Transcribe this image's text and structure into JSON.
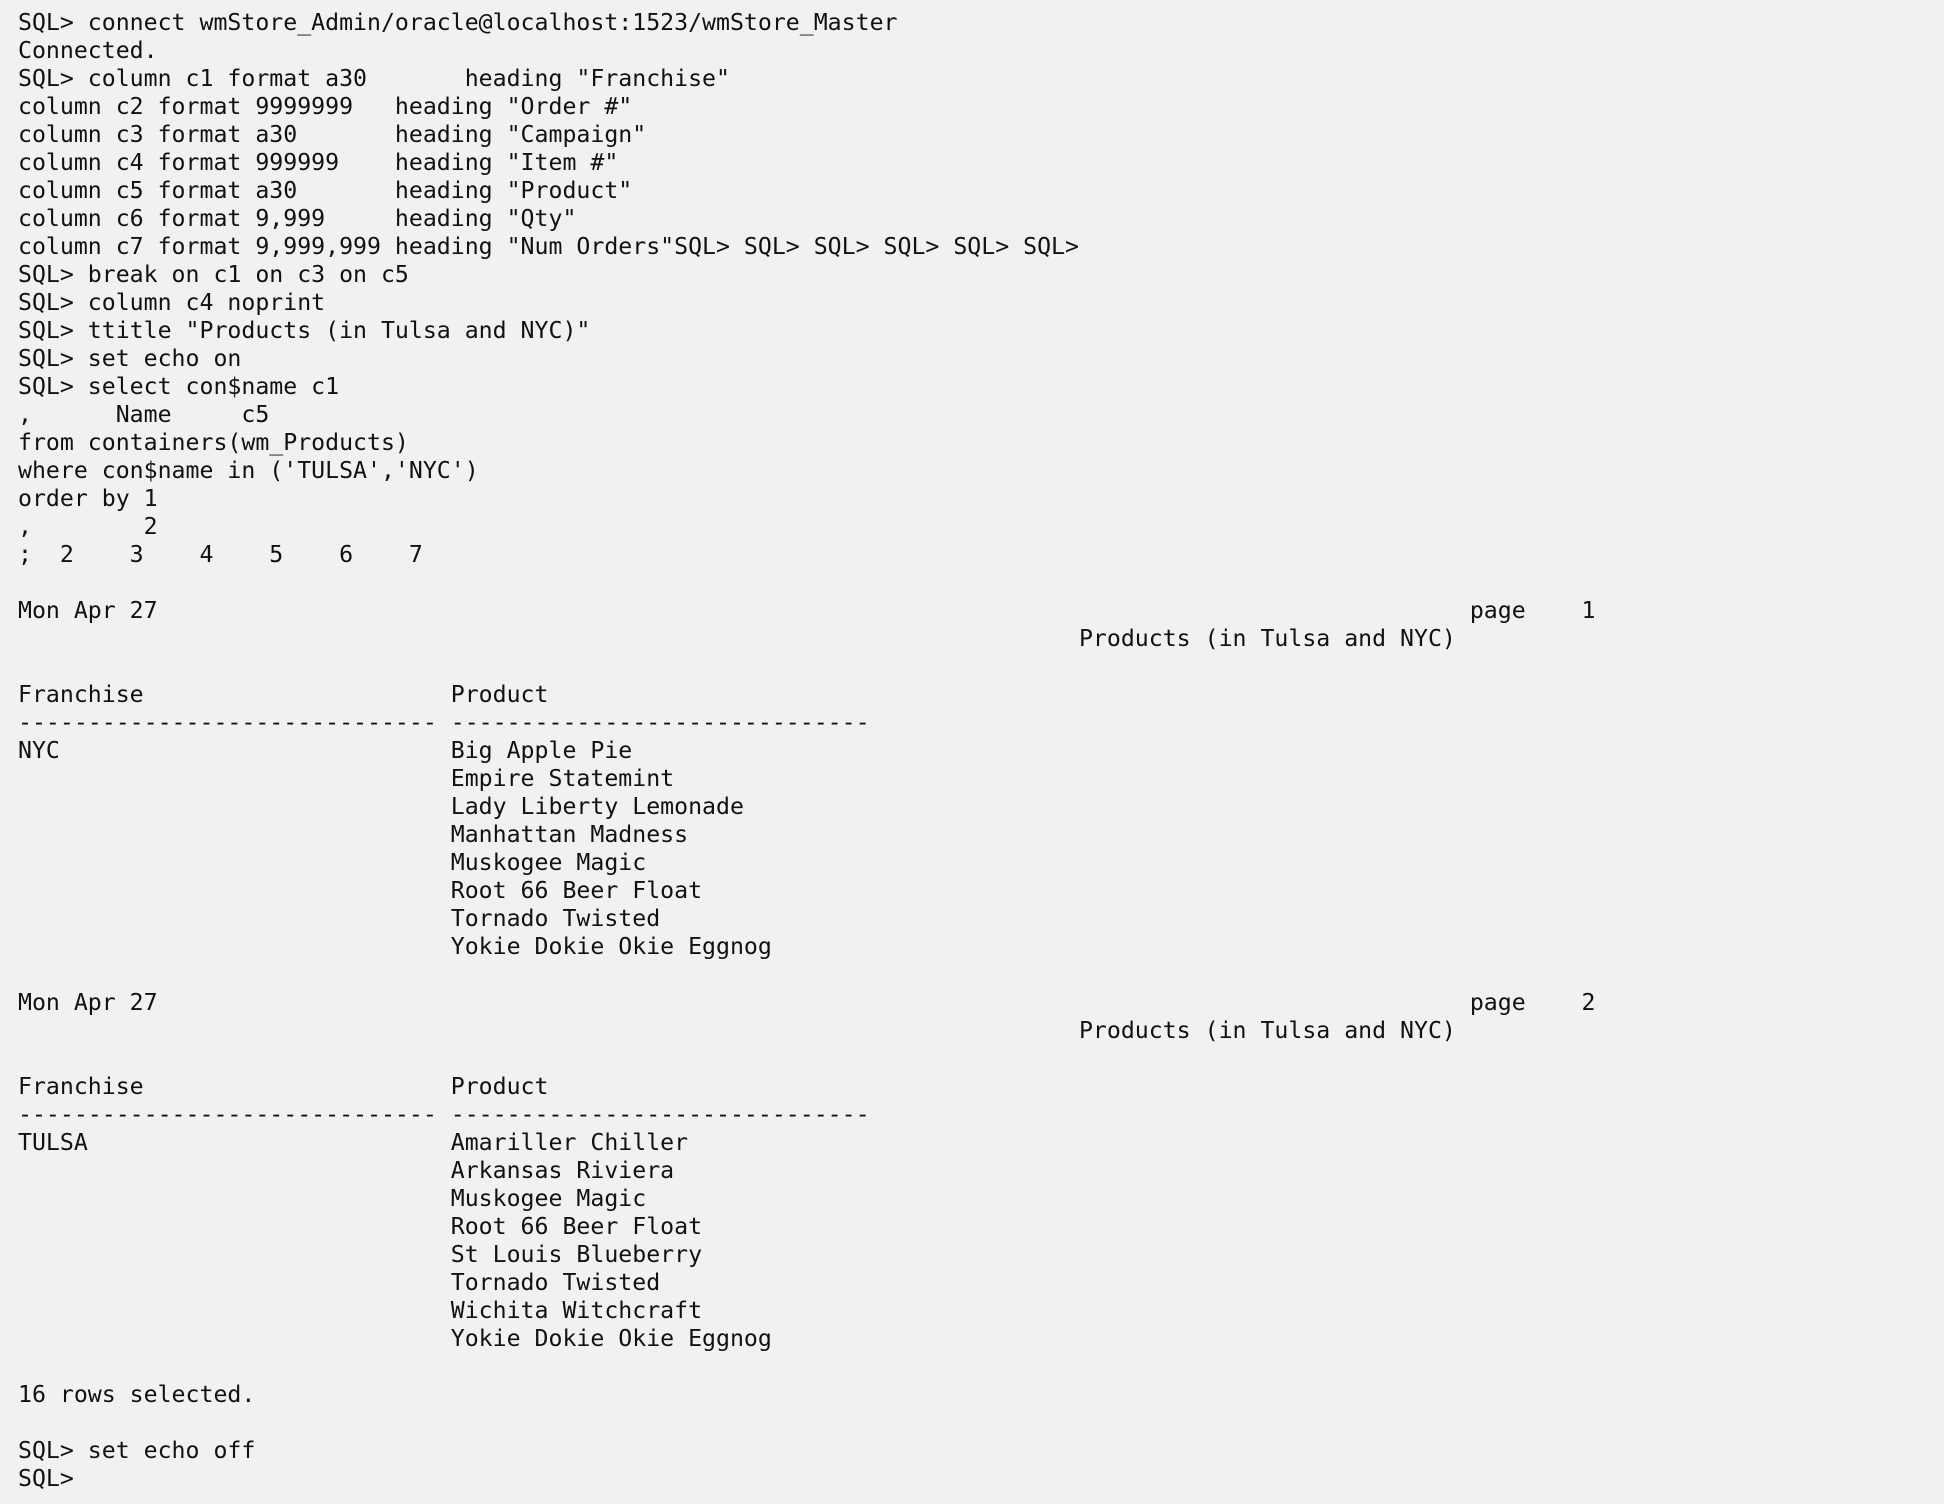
{
  "terminal": {
    "theme": {
      "background": "#f2f0f1",
      "foreground": "#111111"
    },
    "lines": [
      "SQL> connect wmStore_Admin/oracle@localhost:1523/wmStore_Master",
      "Connected.",
      "SQL> column c1 format a30       heading \"Franchise\"",
      "column c2 format 9999999   heading \"Order #\"",
      "column c3 format a30       heading \"Campaign\"",
      "column c4 format 999999    heading \"Item #\"",
      "column c5 format a30       heading \"Product\"",
      "column c6 format 9,999     heading \"Qty\"",
      "column c7 format 9,999,999 heading \"Num Orders\"SQL> SQL> SQL> SQL> SQL> SQL>",
      "SQL> break on c1 on c3 on c5",
      "SQL> column c4 noprint",
      "SQL> ttitle \"Products (in Tulsa and NYC)\"",
      "SQL> set echo on",
      "SQL> select con$name c1",
      ",      Name     c5",
      "from containers(wm_Products)",
      "where con$name in ('TULSA','NYC')",
      "order by 1",
      ",        2",
      ";  2    3    4    5    6    7",
      "",
      "Mon Apr 27                                                                                              page    1",
      "                                                                            Products (in Tulsa and NYC)",
      "",
      "Franchise                      Product",
      "------------------------------ ------------------------------",
      "NYC                            Big Apple Pie",
      "                               Empire Statemint",
      "                               Lady Liberty Lemonade",
      "                               Manhattan Madness",
      "                               Muskogee Magic",
      "                               Root 66 Beer Float",
      "                               Tornado Twisted",
      "                               Yokie Dokie Okie Eggnog",
      "",
      "Mon Apr 27                                                                                              page    2",
      "                                                                            Products (in Tulsa and NYC)",
      "",
      "Franchise                      Product",
      "------------------------------ ------------------------------",
      "TULSA                          Amariller Chiller",
      "                               Arkansas Riviera",
      "                               Muskogee Magic",
      "                               Root 66 Beer Float",
      "                               St Louis Blueberry",
      "                               Tornado Twisted",
      "                               Wichita Witchcraft",
      "                               Yokie Dokie Okie Eggnog",
      "",
      "16 rows selected.",
      "",
      "SQL> set echo off",
      "SQL> "
    ]
  }
}
